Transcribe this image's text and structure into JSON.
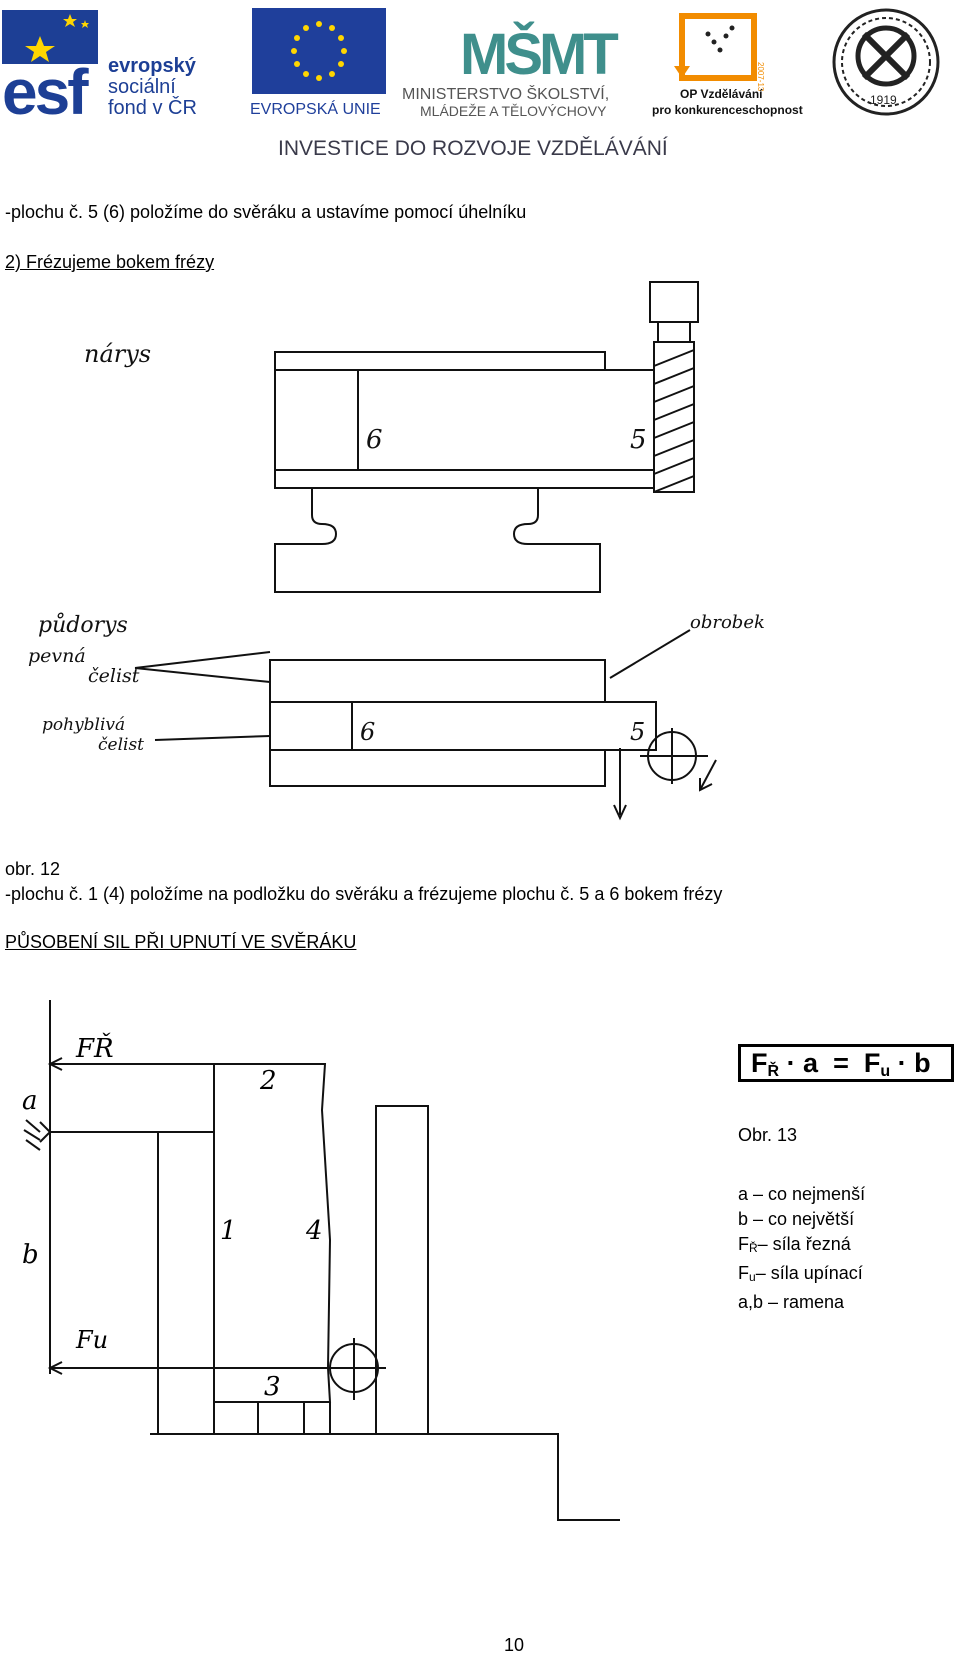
{
  "header": {
    "esf": {
      "lines": [
        "evropský",
        "sociální",
        "fond v ČR"
      ]
    },
    "eu": {
      "label": "EVROPSKÁ UNIE"
    },
    "msmt": {
      "logo_text": "MŠMT",
      "line1": "MINISTERSTVO ŠKOLSTVÍ,",
      "line2": "MLÁDEŽE A TĚLOVÝCHOVY"
    },
    "op": {
      "line1": "OP Vzdělávání",
      "line2": "pro konkurenceschopnost",
      "years": "2007-13"
    },
    "seal": {
      "year": "1919"
    },
    "tagline": "INVESTICE DO ROZVOJE VZDĚLÁVÁNÍ"
  },
  "body": {
    "line1": "-plochu č. 5 (6) položíme do svěráku a ustavíme pomocí úhelníku",
    "step2": "2) Frézujeme bokem frézy",
    "fig12": {
      "narys": "nárys",
      "pudorys": "půdorys",
      "pevna": "pevná",
      "pevna2": "čelist",
      "pohybliva": "pohyblivá",
      "pohybliva2": "čelist",
      "obrobek": "obrobek",
      "n6": "6",
      "n5": "5",
      "p6": "6",
      "p5": "5"
    },
    "caption12": "obr. 12",
    "line2": "-plochu č. 1 (4) položíme na podložku do svěráku a frézujeme plochu č. 5 a 6 bokem frézy",
    "heading": "PŮSOBENÍ SIL PŘI UPNUTÍ VE SVĚRÁKU",
    "fig13": {
      "fr": "FŘ",
      "fu": "Fu",
      "a": "a",
      "b": "b",
      "n1": "1",
      "n2": "2",
      "n3": "3",
      "n4": "4"
    },
    "formula": {
      "f1": "F",
      "s1": "Ř",
      "mid": " · a  =  F",
      "s2": "u",
      "end": " · b"
    },
    "caption13": "Obr. 13",
    "legend": {
      "l1": "a – co nejmenší",
      "l2": "b – co největší",
      "l3f": "F",
      "l3s": "Ř",
      "l3t": "– síla řezná",
      "l4f": "F",
      "l4s": "u",
      "l4t": "– síla upínací",
      "l5": "a,b – ramena"
    },
    "page_number": "10"
  },
  "colors": {
    "esf_blue": "#1d3f95",
    "eu_blue": "#1f3f9b",
    "eu_gold": "#ffd600",
    "msmt_teal": "#3f8f8c",
    "op_orange": "#f28c00"
  }
}
